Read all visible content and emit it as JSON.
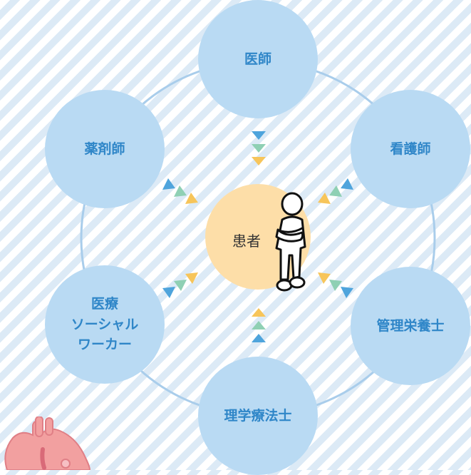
{
  "center": {
    "label": "患者"
  },
  "roles": {
    "doctor": "医師",
    "nurse": "看護師",
    "pharmacist": "薬剤師",
    "dietitian": "管理栄養士",
    "social_worker": [
      "医療",
      "ソーシャル",
      "ワーカー"
    ],
    "physical_therapist": "理学療法士"
  },
  "colors": {
    "node_fill": "#b9daf3",
    "node_text": "#2f86c8",
    "center_fill": "#fddea8",
    "ring_line": "#a9cdeb",
    "arrow_blue": "#4ea4dc",
    "arrow_green": "#8fd0b4",
    "arrow_yellow": "#f7c55a"
  },
  "icons": [
    "person-icon",
    "heart-icon"
  ]
}
